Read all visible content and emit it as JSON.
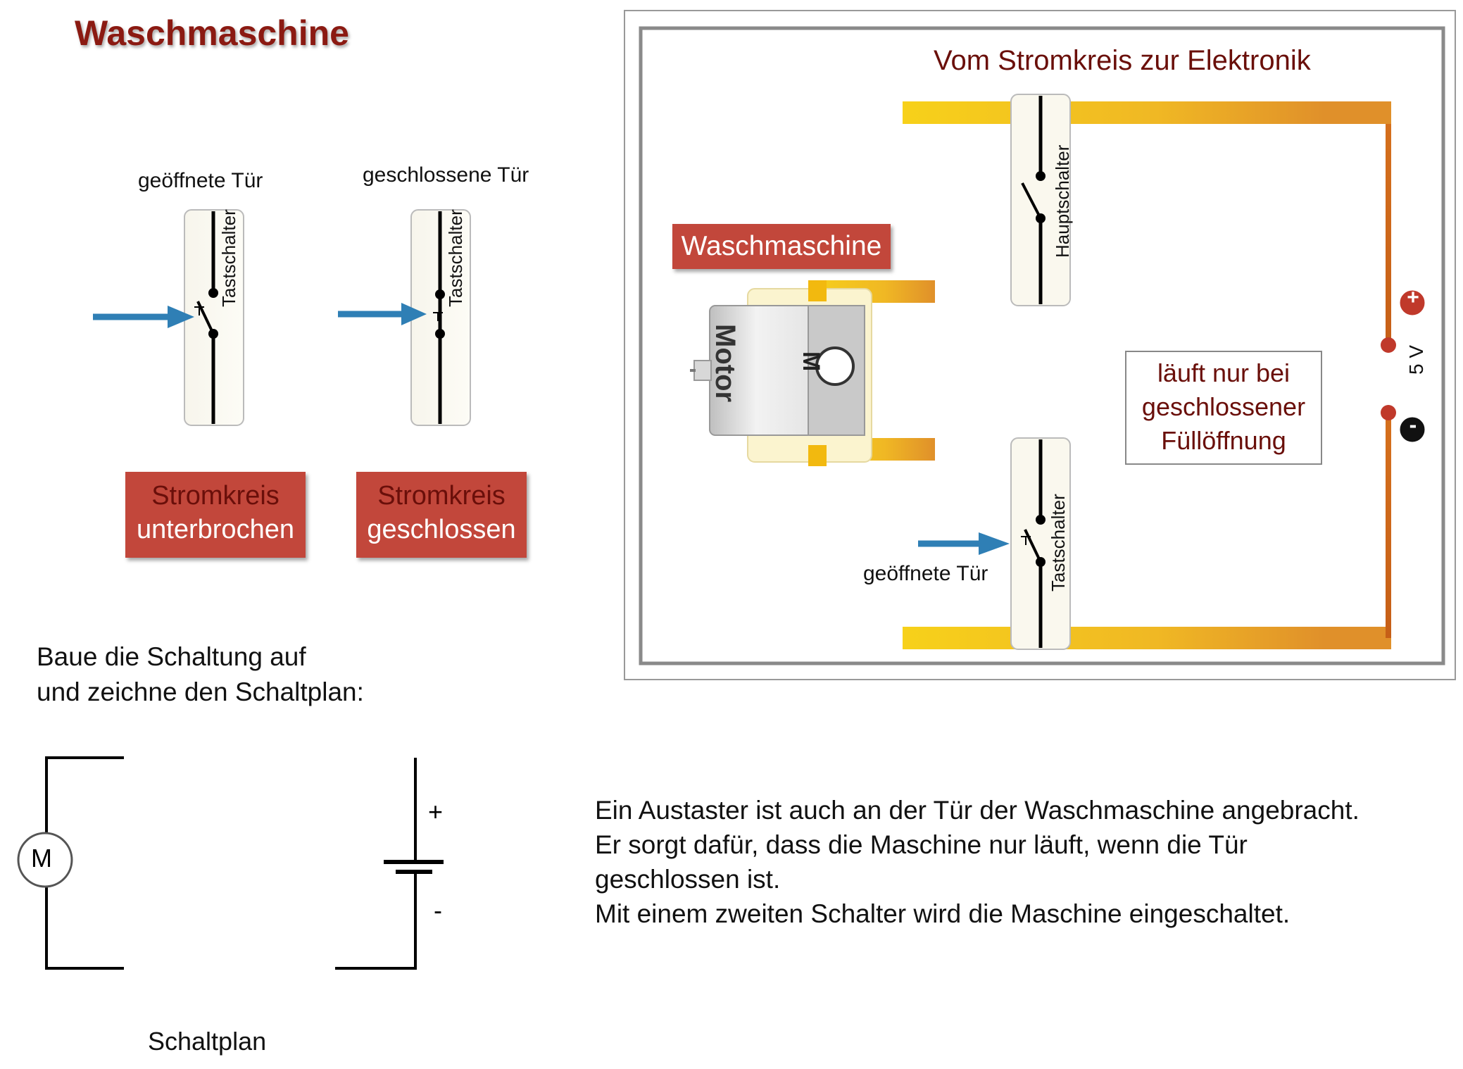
{
  "title": "Waschmaschine",
  "left_panel": {
    "open_door_label": "geöffnete Tür",
    "closed_door_label": "geschlossene Tür",
    "switch_label": "Tastschalter",
    "status_open": {
      "line1": "Stromkreis",
      "line2": "unterbrochen"
    },
    "status_closed": {
      "line1": "Stromkreis",
      "line2": "geschlossen"
    }
  },
  "task": {
    "line1": "Baue die Schaltung auf",
    "line2": "und zeichne den Schaltplan:"
  },
  "schematic": {
    "motor_symbol": "M",
    "plus": "+",
    "minus": "-",
    "caption": "Schaltplan"
  },
  "right_panel": {
    "title": "Vom Stromkreis zur Elektronik",
    "main_switch_label": "Hauptschalter",
    "push_switch_label": "Tastschalter",
    "appliance_label": "Waschmaschine",
    "motor_label": "Motor",
    "motor_symbol": "M",
    "door_label": "geöffnete Tür",
    "voltage_label": "5 V",
    "plus_terminal": "+",
    "minus_terminal": "-",
    "note": {
      "line1": "läuft nur bei",
      "line2": "geschlossener",
      "line3": "Füllöffnung"
    }
  },
  "description": {
    "line1": "Ein Austaster ist auch an der Tür der Waschmaschine angebracht.",
    "line2": "Er sorgt dafür, dass die Maschine nur läuft, wenn die Tür",
    "line3": "geschlossen ist.",
    "line4": "Mit einem zweiten Schalter wird die Maschine eingeschaltet."
  },
  "colors": {
    "title_red": "#8b1a12",
    "box_red": "#c2473b",
    "arrow_blue": "#2f7fb5",
    "wire_yellow": "#f2c21a",
    "wire_orange": "#d9731c",
    "note_text": "#6a0f0a"
  }
}
